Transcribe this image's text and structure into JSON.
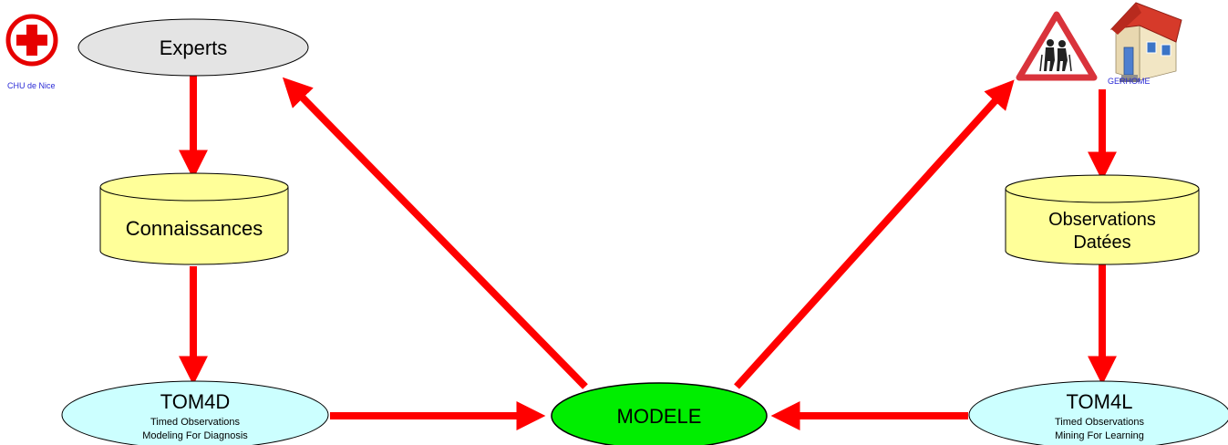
{
  "nodes": {
    "experts": "Experts",
    "connaissances": "Connaissances",
    "observations_line1": "Observations",
    "observations_line2": "Datées",
    "tom4d": {
      "title": "TOM4D",
      "line1": "Timed Observations",
      "line2": "Modeling For Diagnosis"
    },
    "modele": "MODELE",
    "tom4l": {
      "title": "TOM4L",
      "line1": "Timed Observations",
      "line2": "Mining For Learning"
    }
  },
  "logos": {
    "chu": {
      "caption": "CHU de Nice",
      "icon": "red-cross-icon"
    },
    "gerhome": {
      "caption": "GERHOME",
      "icon": "house-icon"
    },
    "elderly_sign": {
      "icon": "elderly-crossing-sign-icon"
    }
  },
  "colors": {
    "arrow": "#ff0000",
    "experts_fill": "#e4e4e4",
    "cylinder_fill": "#ffff99",
    "tom_fill": "#ccffff",
    "modele_fill": "#00ee00",
    "caption": "#2b2bd6"
  }
}
